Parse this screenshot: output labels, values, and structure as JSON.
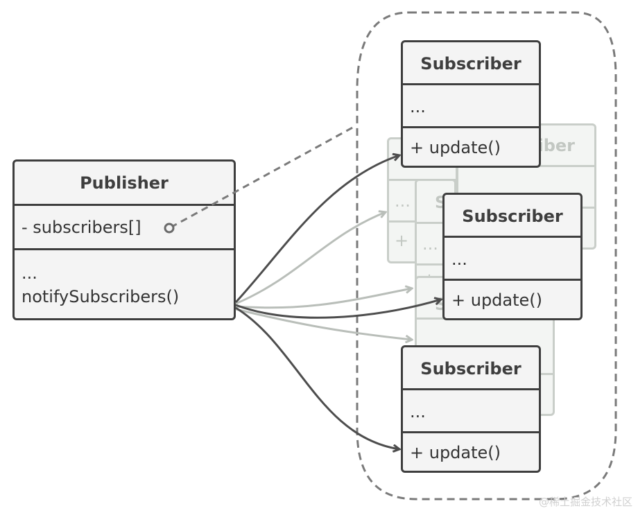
{
  "publisher": {
    "title": "Publisher",
    "field": "- subscribers[]",
    "method_dots": "...",
    "method": "notifySubscribers()"
  },
  "subscribers": [
    {
      "title": "Subscriber",
      "field": "...",
      "method": "+ update()"
    },
    {
      "title": "Subscriber",
      "field": "...",
      "method": "+ update()"
    },
    {
      "title": "Subscriber",
      "field": "...",
      "method": "+ update()"
    }
  ],
  "ghost": {
    "title_fragment": "iber",
    "letter": "S",
    "dots": "...",
    "plus": "+"
  },
  "colors": {
    "box_fill": "#f4f4f4",
    "box_stroke": "#3e3e3e",
    "ghost_stroke": "#c9cec9",
    "arrow_dark": "#4d4d4d",
    "arrow_light": "#b9beb9",
    "dashed": "#7a7a7a"
  },
  "watermark": "@稀土掘金技术社区"
}
